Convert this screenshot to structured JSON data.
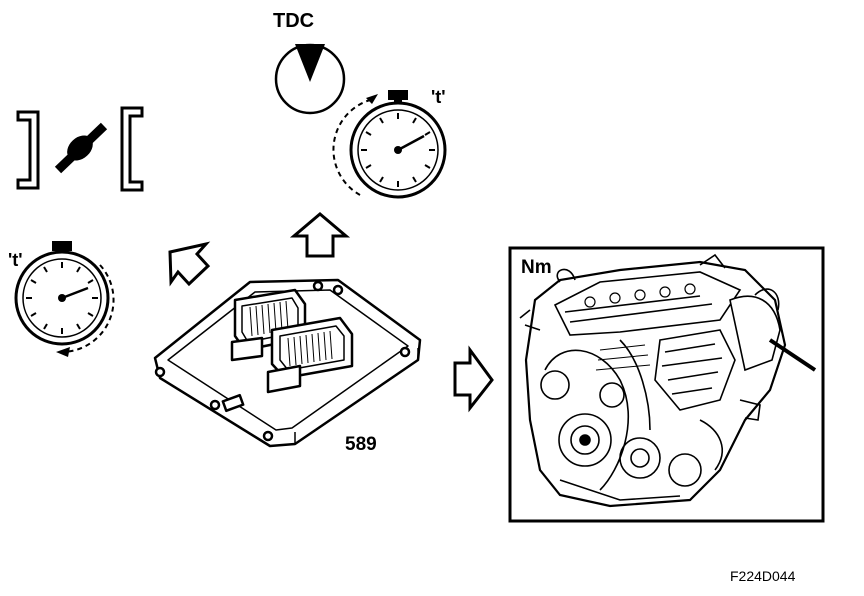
{
  "labels": {
    "tdc": "TDC",
    "time_top": "'t'",
    "time_left": "'t'",
    "part_number": "589",
    "torque": "Nm",
    "figure_code": "F224D044"
  },
  "icons": [
    "disconnect-connector-icon",
    "tdc-crank-position-icon",
    "stopwatch-icon",
    "arrow-up-icon",
    "arrow-diagonal-icon",
    "arrow-right-icon",
    "control-module-589",
    "engine-assembly"
  ],
  "colors": {
    "ink": "#000000",
    "paper": "#ffffff"
  }
}
